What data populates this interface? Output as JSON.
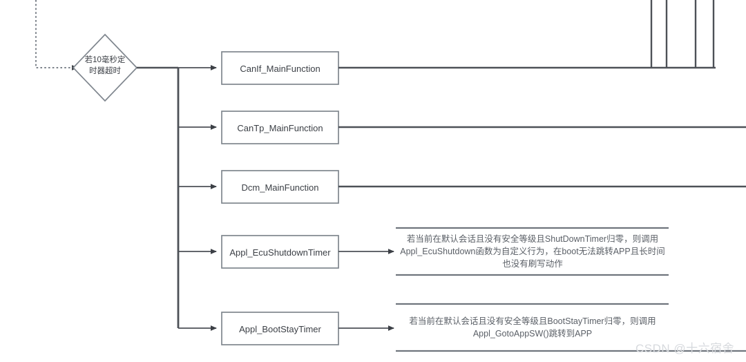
{
  "diagram": {
    "decision": {
      "label_line1": "若10毫秒定",
      "label_line2": "时器超时"
    },
    "process_nodes": [
      {
        "label": "CanIf_MainFunction"
      },
      {
        "label": "CanTp_MainFunction"
      },
      {
        "label": "Dcm_MainFunction"
      },
      {
        "label": "Appl_EcuShutdownTimer"
      },
      {
        "label": "Appl_BootStayTimer"
      }
    ],
    "notes": [
      {
        "lines": [
          "若当前在默认会话且没有安全等级且ShutDownTimer归零，则调用",
          "Appl_EcuShutdown函数为自定义行为，在boot无法跳转APP且长时间",
          "也没有刷写动作"
        ]
      },
      {
        "lines": [
          "若当前在默认会话且没有安全等级且BootStayTimer归零，则调用",
          "Appl_GotoAppSW()跳转到APP"
        ]
      }
    ],
    "watermark": "CSDN @十六宿舍",
    "colors": {
      "line": "#4d5157",
      "box_border": "#7f868e",
      "box_fill": "#ffffff",
      "text": "#3b3f45",
      "note_text": "#5a5f66",
      "watermark": "#d7dade"
    }
  }
}
